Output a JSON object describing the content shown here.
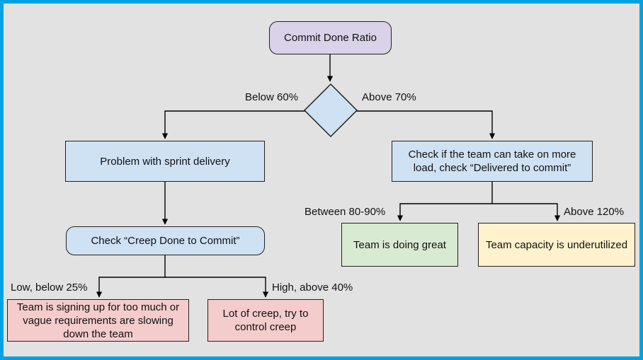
{
  "colors": {
    "frame": "#00a2e4",
    "background": "#e2e2e2",
    "node_border": "#222222",
    "line": "#000000"
  },
  "flowchart": {
    "start_node": {
      "label": "Commit Done Ratio",
      "fill": "#d9d2e9"
    },
    "decision": {
      "fill": "#cfe2f3"
    },
    "nodes": {
      "problem": {
        "label": "Problem with sprint delivery",
        "fill": "#cfe2f3"
      },
      "check_load": {
        "label": "Check if the team can take on more load, check “Delivered to commit”",
        "fill": "#cfe2f3"
      },
      "check_creep": {
        "label": "Check “Creep Done to Commit”",
        "fill": "#cfe2f3"
      },
      "too_much": {
        "label": "Team is signing up for too much or vague requirements are slowing down the team",
        "fill": "#f4cccc"
      },
      "lot_creep": {
        "label": "Lot of creep, try to control creep",
        "fill": "#f4cccc"
      },
      "doing_great": {
        "label": "Team is doing great",
        "fill": "#d9ead3"
      },
      "underutilized": {
        "label": "Team capacity is underutilized",
        "fill": "#fff2cc"
      }
    },
    "edge_labels": {
      "below_60": "Below 60%",
      "above_70": "Above 70%",
      "low_below_25": "Low, below 25%",
      "high_above_40": "High, above 40%",
      "between_80_90": "Between 80-90%",
      "above_120": "Above 120%"
    }
  }
}
